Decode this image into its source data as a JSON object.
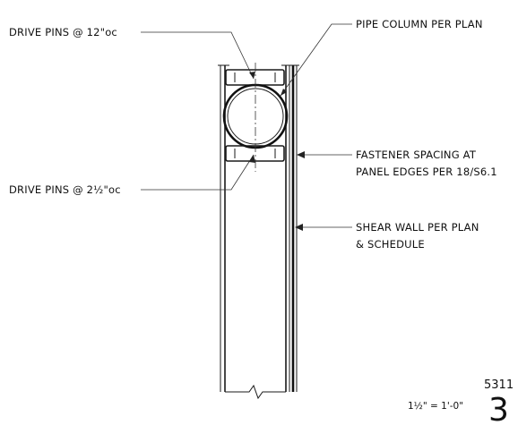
{
  "labels": {
    "drive_pins_top": "DRIVE PINS @ 12\"oc",
    "pipe_column": "PIPE COLUMN PER PLAN",
    "fastener_line1": "FASTENER SPACING AT",
    "fastener_line2": "PANEL EDGES PER 18/S6.1",
    "drive_pins_bottom": "DRIVE PINS @ 2½\"oc",
    "shear_line1": "SHEAR WALL PER PLAN",
    "shear_line2": "& SCHEDULE"
  },
  "title_block": {
    "sheet_number": "5311",
    "detail_number": "3",
    "scale": "1½\" = 1'-0\""
  }
}
